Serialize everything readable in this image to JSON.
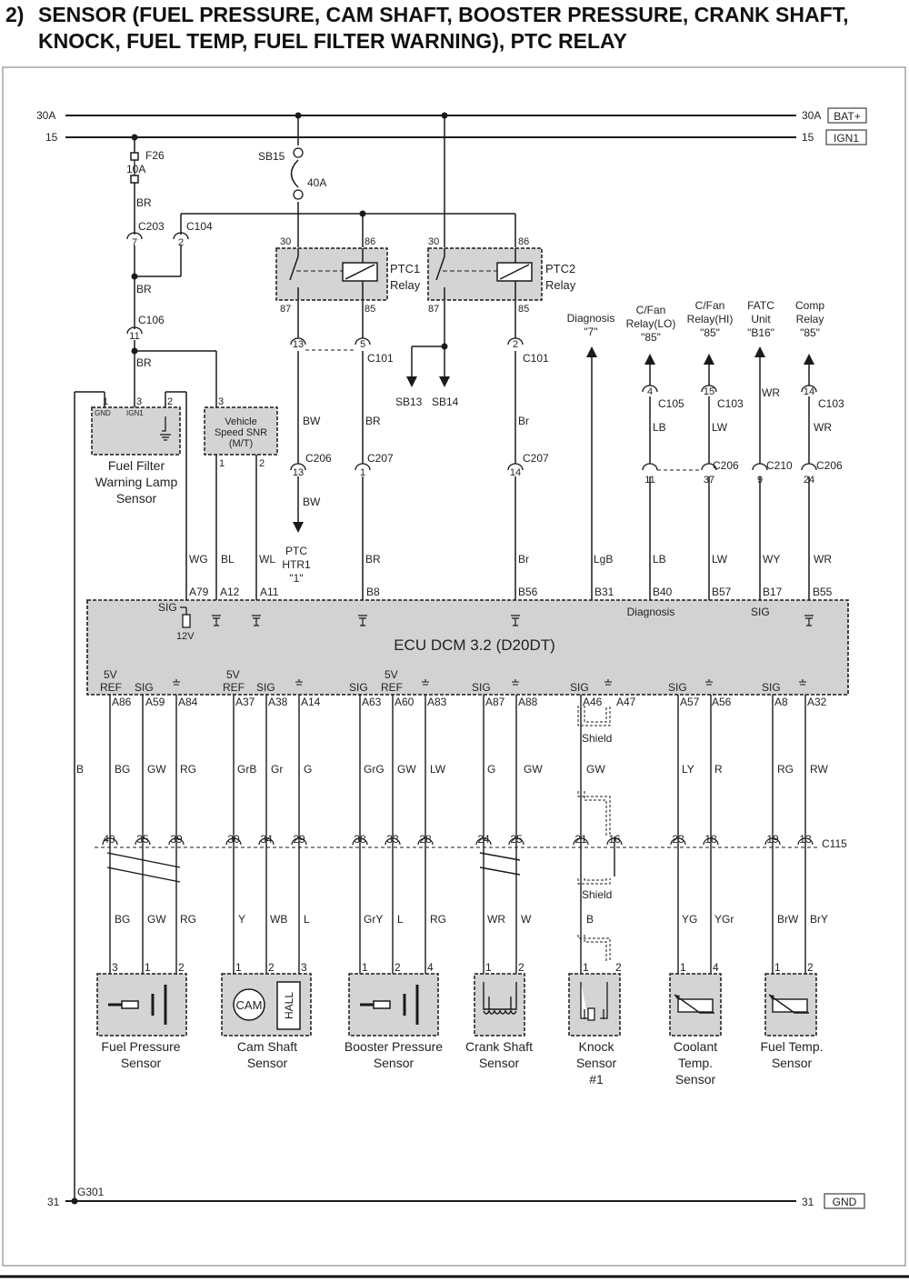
{
  "title": {
    "number": "2)",
    "line1": "SENSOR (FUEL PRESSURE, CAM SHAFT, BOOSTER PRESSURE, CRANK SHAFT,",
    "line2": "KNOCK, FUEL TEMP, FUEL FILTER WARNING), PTC RELAY"
  },
  "rails": {
    "bat_left": "30A",
    "bat_right": "30A",
    "bat_tag": "BAT+",
    "ign_left": "15",
    "ign_right": "15",
    "ign_tag": "IGN1",
    "gnd_left": "31",
    "gnd_right": "31",
    "gnd_tag": "GND",
    "ground_point": "G301"
  },
  "fuses": {
    "f26": "F26",
    "f26_rating": "10A",
    "sb15": "SB15",
    "sb15_rating": "40A"
  },
  "relays": {
    "ptc1_a": "PTC1",
    "ptc1_b": "Relay",
    "ptc2_a": "PTC2",
    "ptc2_b": "Relay",
    "pins": [
      "30",
      "86",
      "87",
      "85"
    ]
  },
  "ecu": {
    "title": "ECU  DCM  3.2  (D20DT)",
    "diag_label": "Diagnosis",
    "sig": "SIG",
    "ref": "REF",
    "five_v": "5V",
    "twelve_v": "12V",
    "top_pins": [
      "A79",
      "A12",
      "A11",
      "B8",
      "B56",
      "B31",
      "B40",
      "B57",
      "B17",
      "B55"
    ],
    "bottom_pins": [
      "A86",
      "A59",
      "A84",
      "A37",
      "A38",
      "A14",
      "A63",
      "A60",
      "A83",
      "A87",
      "A88",
      "A46",
      "A47",
      "A57",
      "A56",
      "A8",
      "A32"
    ]
  },
  "connectors": {
    "c203": "C203",
    "c104": "C104",
    "c106": "C106",
    "c101": "C101",
    "c206": "C206",
    "c207": "C207",
    "c105": "C105",
    "c103": "C103",
    "c210": "C210",
    "c115": "C115"
  },
  "wires": {
    "br": "BR",
    "bw": "BW",
    "br_small": "Br",
    "lb": "LB",
    "lw": "LW",
    "wr": "WR",
    "wg": "WG",
    "bl": "BL",
    "wl": "WL",
    "lgb": "LgB",
    "wy": "WY",
    "b": "B",
    "bottom_upper": [
      "BG",
      "GW",
      "RG",
      "GrB",
      "Gr",
      "G",
      "GrG",
      "GW",
      "LW",
      "G",
      "GW",
      "GW",
      "LY",
      "R",
      "RG",
      "RW"
    ],
    "bottom_lower": [
      "BG",
      "GW",
      "RG",
      "Y",
      "WB",
      "L",
      "GrY",
      "L",
      "RG",
      "WR",
      "W",
      "B",
      "YG",
      "YGr",
      "BrW",
      "BrY"
    ]
  },
  "destinations": {
    "sb13": "SB13",
    "sb14": "SB14",
    "ptc_htr": [
      "PTC",
      "HTR1",
      "\"1\""
    ],
    "diagnosis": [
      "Diagnosis",
      "\"7\""
    ],
    "cfan_lo": [
      "C/Fan",
      "Relay(LO)",
      "\"85\""
    ],
    "cfan_hi": [
      "C/Fan",
      "Relay(HI)",
      "\"85\""
    ],
    "fatc": [
      "FATC",
      "Unit",
      "\"B16\""
    ],
    "comp": [
      "Comp",
      "Relay",
      "\"85\""
    ]
  },
  "shield": "Shield",
  "components": {
    "fuel_filter": [
      "Fuel Filter",
      "Warning Lamp",
      "Sensor"
    ],
    "ff_pins": [
      "GND",
      "IGN1"
    ],
    "vss": [
      "Vehicle",
      "Speed SNR",
      "(M/T)"
    ],
    "fuel_pressure": [
      "Fuel Pressure",
      "Sensor"
    ],
    "cam": [
      "Cam Shaft",
      "Sensor"
    ],
    "cam_icon": "CAM",
    "hall_icon": "HALL",
    "booster": [
      "Booster Pressure",
      "Sensor"
    ],
    "crank": [
      "Crank Shaft",
      "Sensor"
    ],
    "knock": [
      "Knock",
      "Sensor",
      "#1"
    ],
    "coolant": [
      "Coolant",
      "Temp.",
      "Sensor"
    ],
    "fuel_temp": [
      "Fuel Temp.",
      "Sensor"
    ]
  },
  "connector_pins": {
    "c115": [
      "40",
      "35",
      "39",
      "30",
      "34",
      "29",
      "38",
      "33",
      "28",
      "24",
      "25",
      "21",
      "16",
      "23",
      "18",
      "19",
      "13"
    ]
  },
  "colors": {
    "line": "#1a1a1a",
    "component_fill": "#d4d4d4",
    "ecu_fill": "#d2d2d2"
  }
}
